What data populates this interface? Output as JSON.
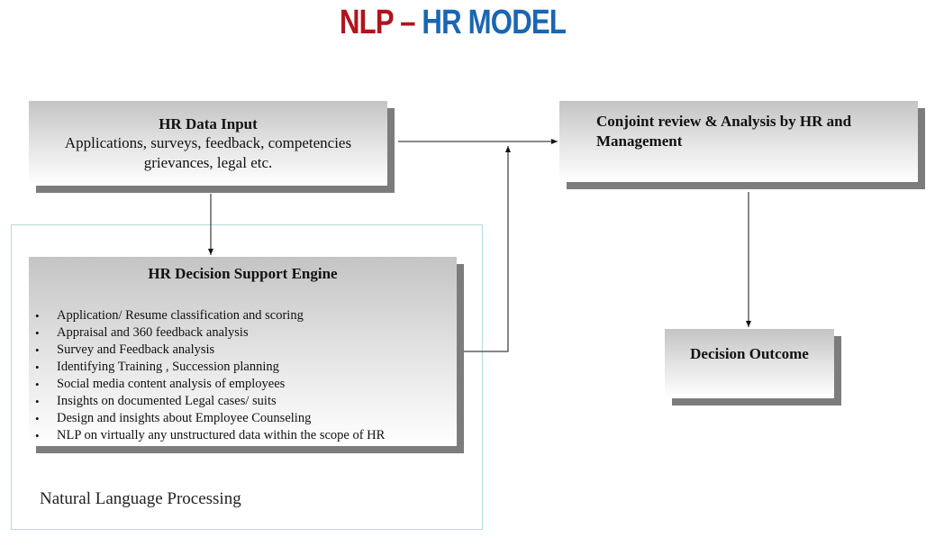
{
  "title": {
    "part1": "NLP",
    "separator": " – ",
    "part2": "HR MODEL"
  },
  "colors": {
    "title_red": "#b0141c",
    "title_blue": "#1a66b3",
    "box_shadow": "#7c7c7c",
    "frame_border": "#b5dcdc"
  },
  "hr_data_input": {
    "title": "HR Data Input",
    "line1": "Applications,  surveys, feedback, competencies",
    "line2": "grievances,  legal  etc."
  },
  "conjoint": {
    "title": "Conjoint review & Analysis by HR and Management"
  },
  "engine": {
    "title": "HR Decision Support  Engine",
    "items": [
      "Application/  Resume  classification  and scoring",
      "Appraisal  and 360 feedback analysis",
      "Survey  and Feedback analysis",
      "Identifying  Training   , Succession planning",
      "Social media  content analysis  of employees",
      "Insights  on documented Legal cases/ suits",
      "Design  and insights  about Employee  Counseling",
      "NLP on virtually  any unstructured  data within  the scope of HR"
    ]
  },
  "decision_outcome": {
    "title": "Decision Outcome"
  },
  "nlp_label": "Natural Language Processing"
}
